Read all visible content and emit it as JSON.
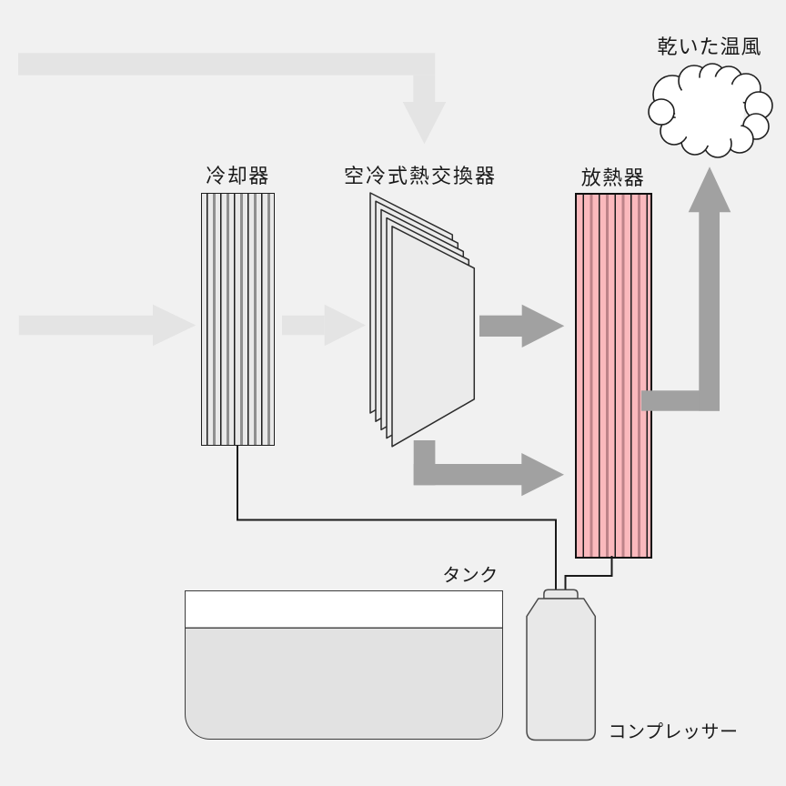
{
  "diagram": {
    "type": "dehumidifier-airflow-schematic",
    "labels": {
      "cooler": "冷却器",
      "heat_exchanger": "空冷式熱交換器",
      "radiator": "放熱器",
      "dry_warm_air": "乾いた温風",
      "tank": "タンク",
      "compressor": "コンプレッサー"
    },
    "icons": {
      "cloud": "cloud-icon (dry warm air outlet)",
      "arrows_light": "pale airflow arrows (intake air)",
      "arrows_gray": "gray airflow arrows (heated air)"
    },
    "colors": {
      "background": "#f1f1f1",
      "light_arrow": "#e4e4e4",
      "gray_arrow": "#a1a1a1",
      "cooler_fill": "#e9e9e9",
      "cooler_stripe": "#8f8f8f",
      "radiator_fill": "#fbb9bd",
      "radiator_stripe": "#bd8389",
      "plate_fill": "#ebebeb",
      "tank_water": "#e2e2e2",
      "compressor_fill": "#e8e8e8",
      "line": "#1a1a1a",
      "text": "#1a1a1a"
    }
  }
}
